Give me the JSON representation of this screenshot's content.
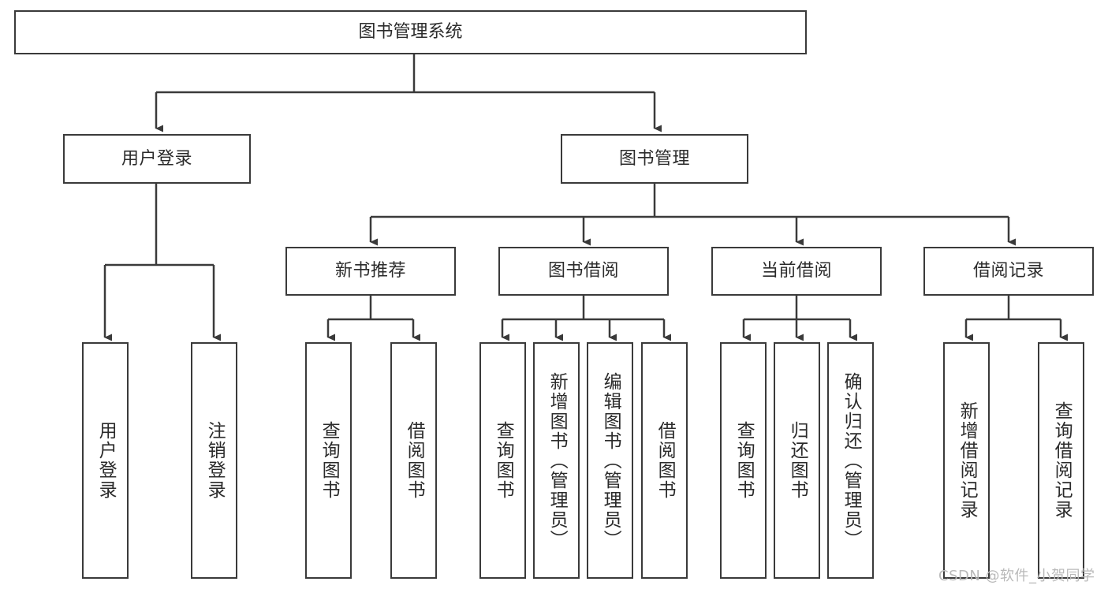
{
  "diagram": {
    "title": "图书管理系统",
    "type": "tree",
    "watermark": "CSDN @软件_小贺同学",
    "style": {
      "box_border_color": "#3a3a3a",
      "box_fill_color": "#ffffff",
      "connector_color": "#3a3a3a",
      "text_color": "#2b2b2b",
      "background_color": "#ffffff",
      "watermark_color": "#b9b9b9"
    },
    "root": {
      "label": "图书管理系统"
    },
    "level1": [
      {
        "label": "用户登录"
      },
      {
        "label": "图书管理"
      }
    ],
    "level2": [
      {
        "label": "新书推荐"
      },
      {
        "label": "图书借阅"
      },
      {
        "label": "当前借阅"
      },
      {
        "label": "借阅记录"
      }
    ],
    "leaves": {
      "user_login": [
        {
          "label": "用户登录"
        },
        {
          "label": "注销登录"
        }
      ],
      "new_book_recommend": [
        {
          "label": "查询图书"
        },
        {
          "label": "借阅图书"
        }
      ],
      "book_borrow": [
        {
          "label": "查询图书"
        },
        {
          "label": "新增图书（管理员）"
        },
        {
          "label": "编辑图书（管理员）"
        },
        {
          "label": "借阅图书"
        }
      ],
      "current_borrow": [
        {
          "label": "查询图书"
        },
        {
          "label": "归还图书"
        },
        {
          "label": "确认归还（管理员）"
        }
      ],
      "borrow_records": [
        {
          "label": "新增借阅记录"
        },
        {
          "label": "查询借阅记录"
        }
      ]
    }
  }
}
